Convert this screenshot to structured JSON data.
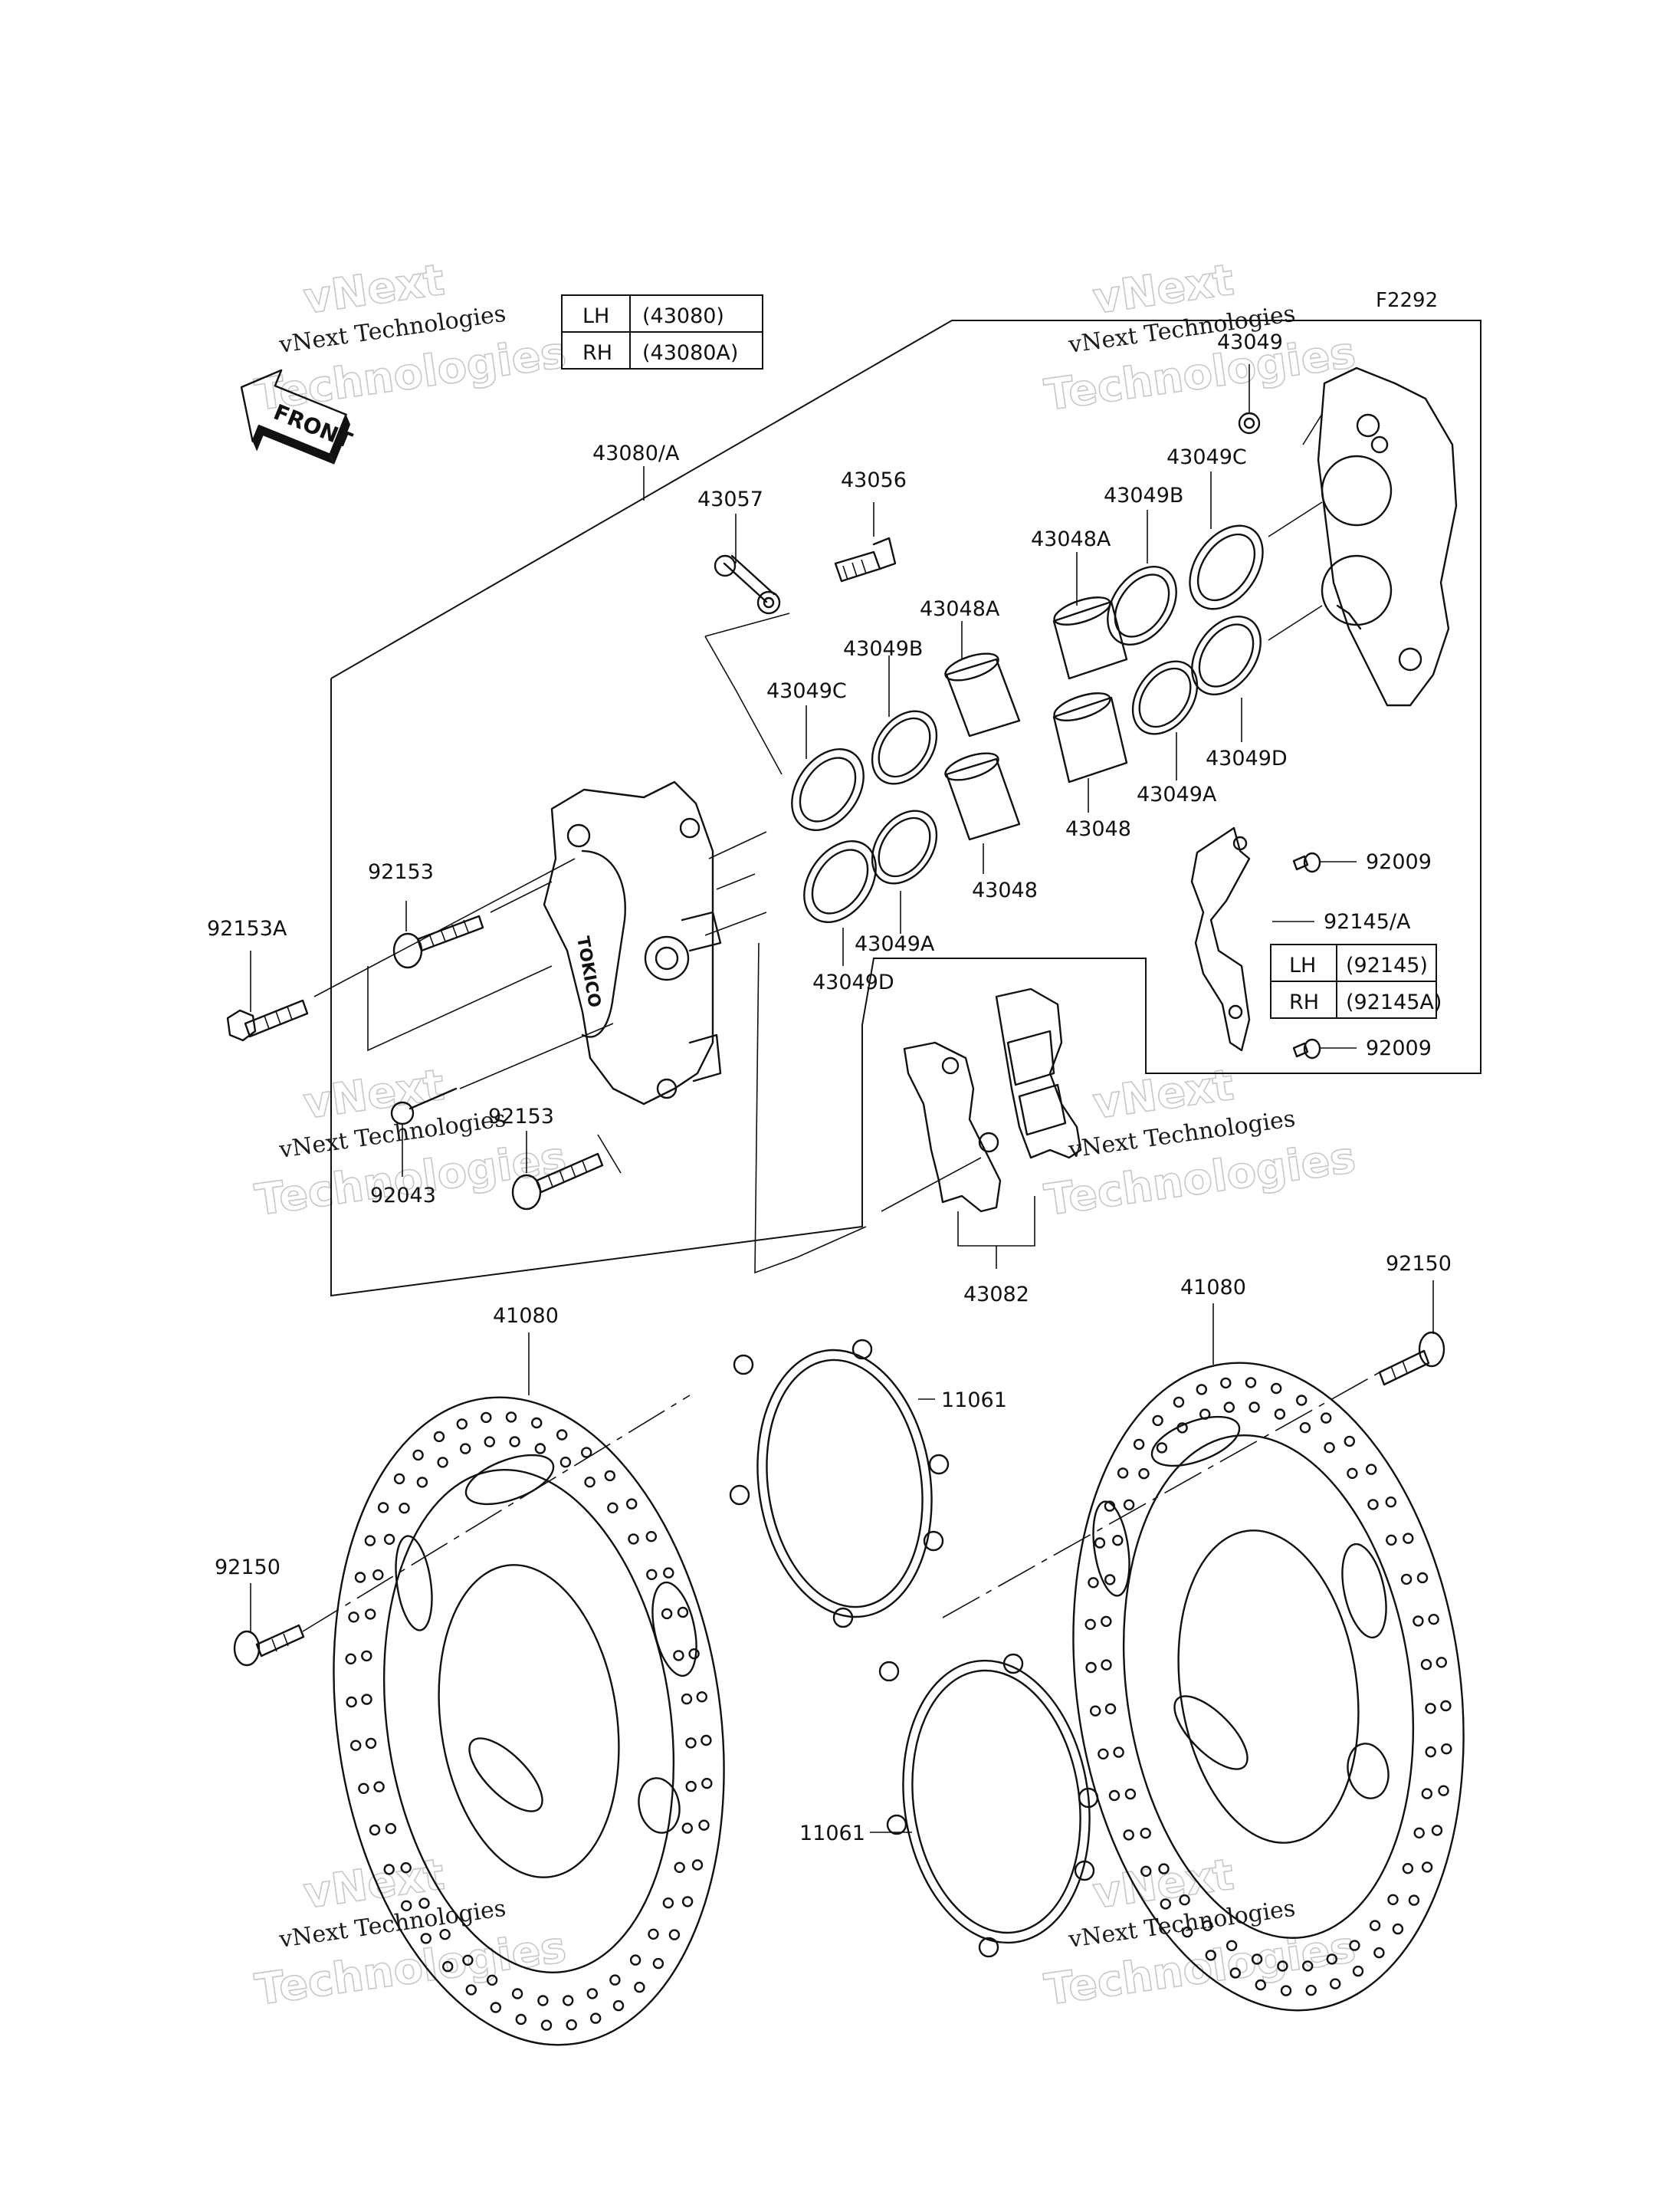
{
  "diagram": {
    "code": "F2292",
    "front_label": "FRONT",
    "watermark": {
      "line1": "vNext Technologies",
      "outline_top": "vNext",
      "outline_bottom": "Technologies"
    },
    "caliper_table": [
      {
        "side": "LH",
        "part": "(43080)"
      },
      {
        "side": "RH",
        "part": "(43080A)"
      }
    ],
    "bracket_table": [
      {
        "side": "LH",
        "part": "(92145)"
      },
      {
        "side": "RH",
        "part": "(92145A)"
      }
    ],
    "labels": {
      "caliper_assy": "43080/A",
      "bleeder_cap": "43057",
      "bleeder_valve": "43056",
      "seal_c_left": "43049C",
      "seal_b_left": "43049B",
      "piston_a_left": "43048A",
      "piston_left": "43048",
      "seal_a_left": "43049A",
      "seal_d_left": "43049D",
      "seal_top": "43049",
      "seal_c_right": "43049C",
      "seal_b_right": "43049B",
      "piston_a_right": "43048A",
      "piston_right": "43048",
      "seal_a_right": "43049A",
      "seal_d_right": "43049D",
      "bolt_upper": "92153",
      "bolt_mount": "92153A",
      "bolt_lower": "92153",
      "pin": "92043",
      "screw_upper": "92009",
      "screw_lower": "92009",
      "bracket": "92145/A",
      "pads": "43082",
      "disc_left": "41080",
      "disc_right": "41080",
      "disc_bolt_left": "92150",
      "disc_bolt_right": "92150",
      "spacer_upper": "11061",
      "spacer_lower": "11061"
    }
  }
}
